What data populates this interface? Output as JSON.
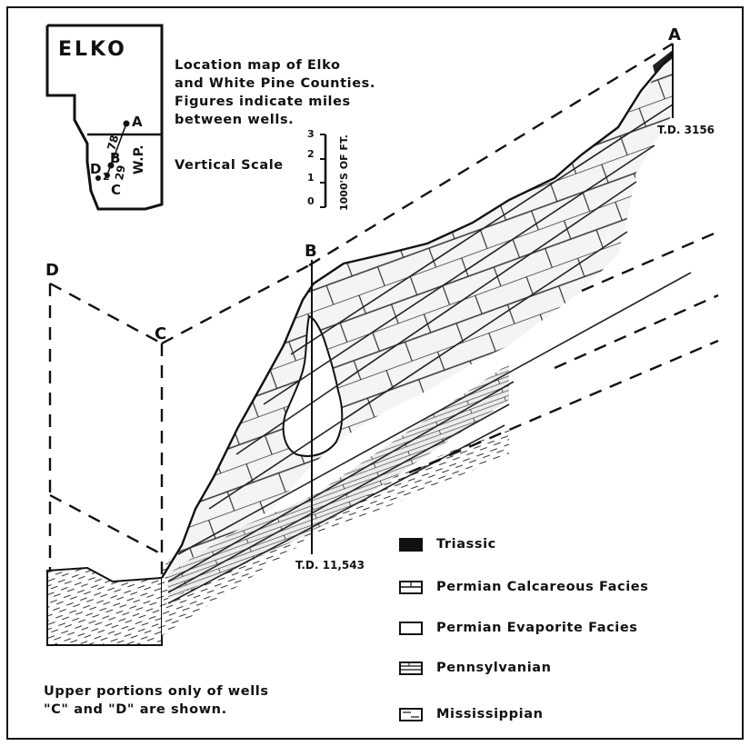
{
  "map": {
    "county_elko": "ELKO",
    "county_wp": "W.P.",
    "well_a": "A",
    "well_b": "B",
    "well_c": "C",
    "well_d": "D",
    "dist_ab": "78",
    "dist_bc": "29",
    "dist_cd": "2"
  },
  "map_caption": [
    "Location map of Elko",
    "and White Pine Counties.",
    "Figures indicate miles",
    "between wells."
  ],
  "scale": {
    "title": "Vertical Scale",
    "unit_label": "1000'S OF FT.",
    "ticks": [
      "0",
      "1",
      "2",
      "3"
    ]
  },
  "wells": {
    "a": {
      "label": "A",
      "td": "T.D. 3156"
    },
    "b": {
      "label": "B",
      "td": "T.D. 11,543"
    },
    "c": {
      "label": "C"
    },
    "d": {
      "label": "D"
    }
  },
  "legend": [
    {
      "label": "Triassic",
      "pattern": "triassic"
    },
    {
      "label": "Permian  Calcareous Facies",
      "pattern": "calcareous"
    },
    {
      "label": "Permian  Evaporite Facies",
      "pattern": "evaporite"
    },
    {
      "label": "Pennsylvanian",
      "pattern": "pennsylvanian"
    },
    {
      "label": "Mississippian",
      "pattern": "mississippian"
    }
  ],
  "footnote": [
    "Upper portions only of wells",
    "\"C\" and \"D\" are shown."
  ]
}
